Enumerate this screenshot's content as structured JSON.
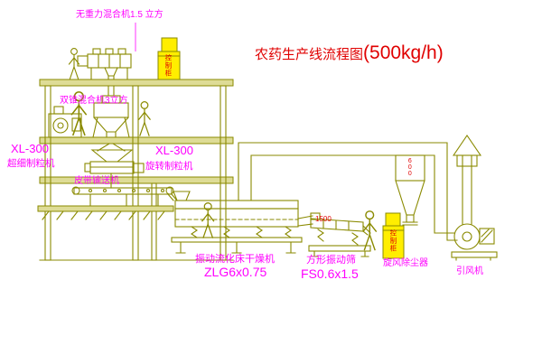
{
  "title": {
    "cn": "农药生产线流程图",
    "capacity": "(500kg/h)"
  },
  "labels": {
    "roof_mixer": "无重力混合机1.5 立方",
    "cone_mixer": "双锥混合机3立方",
    "xl_left_model": "XL-300",
    "xl_left_name": "超细制粒机",
    "xl_center_model": "XL-300",
    "xl_center_name": "旋转制粒机",
    "belt": "皮带输送机",
    "dryer_name": "振动流化床干燥机",
    "dryer_model": "ZLG6x0.75",
    "screen_name": "方形振动筛",
    "screen_model": "FS0.6x1.5",
    "cyclone": "旋风除尘器",
    "fan": "引风机"
  },
  "annotations": {
    "cabinet_top": "控制柜",
    "cabinet_right": "控制柜",
    "cyclone_dim": "600",
    "screen_dim": "1500"
  },
  "colors": {
    "line": "#8a8a00",
    "label": "#ff00ff",
    "title": "#e00000",
    "cabinet": "#ffee00",
    "background": "#ffffff"
  }
}
